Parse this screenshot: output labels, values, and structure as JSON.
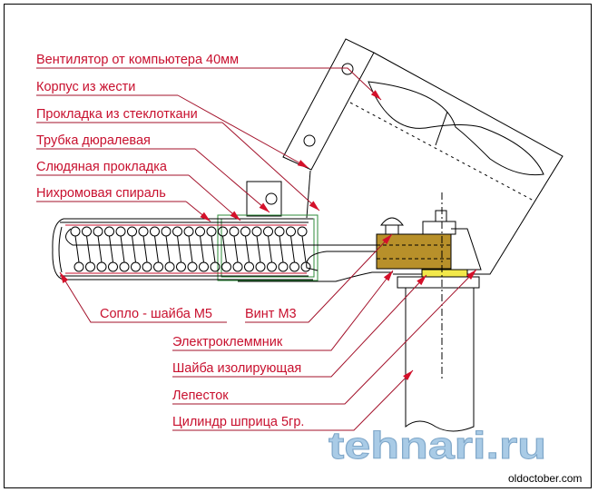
{
  "labels": {
    "fan": "Вентилятор от компьютера 40мм",
    "housing": "Корпус из жести",
    "fiberglass_gasket": "Прокладка из стеклоткани",
    "duralumin_tube": "Трубка дюралевая",
    "mica_gasket": "Слюдяная прокладка",
    "nichrome_spiral": "Нихромовая спираль",
    "nozzle": "Сопло - шайба М5",
    "screw": "Винт М3",
    "terminal": "Электроклеммник",
    "insulating_washer": "Шайба изолирующая",
    "lug": "Лепесток",
    "syringe_cylinder": "Цилиндр  шприца 5гр."
  },
  "watermark": "tehnari.ru",
  "source": "oldoctober.com",
  "coil_turns": 21,
  "colors": {
    "label": "#c8102e",
    "brass": "#b8902a",
    "washer": "#f2e84a",
    "sleeve": "#2e8b3a"
  }
}
